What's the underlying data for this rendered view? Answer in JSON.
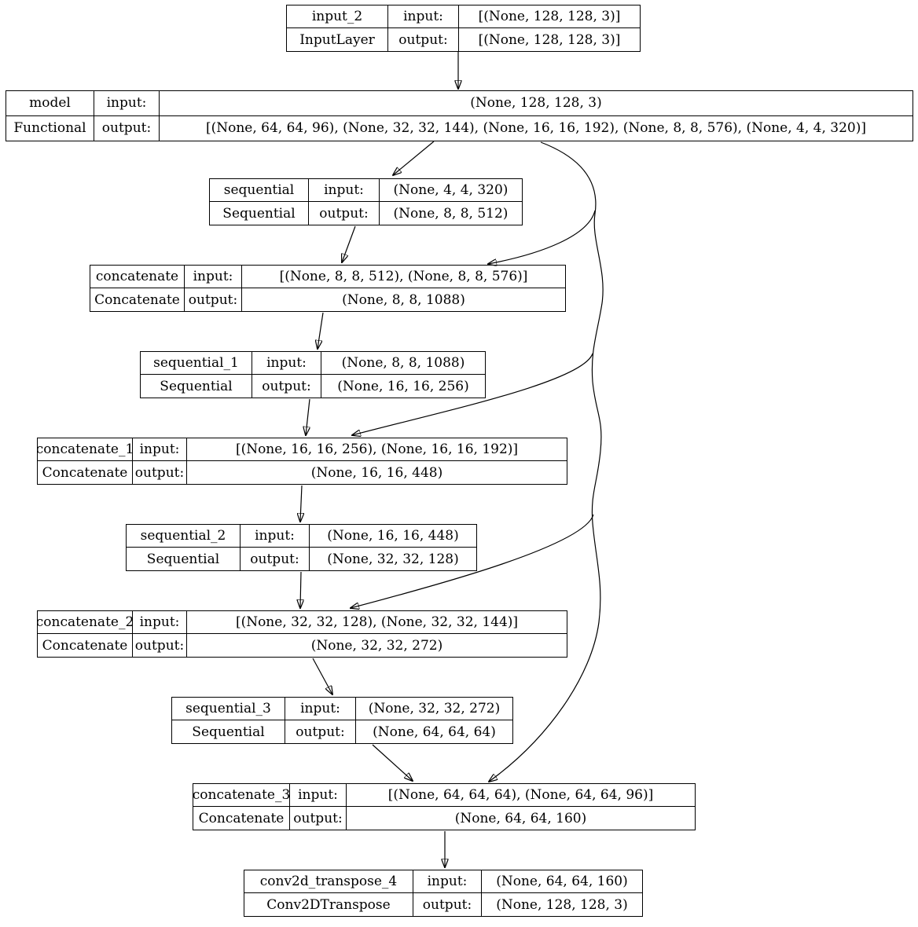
{
  "labels": {
    "input": "input:",
    "output": "output:"
  },
  "nodes": [
    {
      "name": "input_2",
      "type": "InputLayer",
      "input_shape": "[(None, 128, 128, 3)]",
      "output_shape": "[(None, 128, 128, 3)]"
    },
    {
      "name": "model",
      "type": "Functional",
      "input_shape": "(None, 128, 128, 3)",
      "output_shape": "[(None, 64, 64, 96), (None, 32, 32, 144), (None, 16, 16, 192), (None, 8, 8, 576), (None, 4, 4, 320)]"
    },
    {
      "name": "sequential",
      "type": "Sequential",
      "input_shape": "(None, 4, 4, 320)",
      "output_shape": "(None, 8, 8, 512)"
    },
    {
      "name": "concatenate",
      "type": "Concatenate",
      "input_shape": "[(None, 8, 8, 512), (None, 8, 8, 576)]",
      "output_shape": "(None, 8, 8, 1088)"
    },
    {
      "name": "sequential_1",
      "type": "Sequential",
      "input_shape": "(None, 8, 8, 1088)",
      "output_shape": "(None, 16, 16, 256)"
    },
    {
      "name": "concatenate_1",
      "type": "Concatenate",
      "input_shape": "[(None, 16, 16, 256), (None, 16, 16, 192)]",
      "output_shape": "(None, 16, 16, 448)"
    },
    {
      "name": "sequential_2",
      "type": "Sequential",
      "input_shape": "(None, 16, 16, 448)",
      "output_shape": "(None, 32, 32, 128)"
    },
    {
      "name": "concatenate_2",
      "type": "Concatenate",
      "input_shape": "[(None, 32, 32, 128), (None, 32, 32, 144)]",
      "output_shape": "(None, 32, 32, 272)"
    },
    {
      "name": "sequential_3",
      "type": "Sequential",
      "input_shape": "(None, 32, 32, 272)",
      "output_shape": "(None, 64, 64, 64)"
    },
    {
      "name": "concatenate_3",
      "type": "Concatenate",
      "input_shape": "[(None, 64, 64, 64), (None, 64, 64, 96)]",
      "output_shape": "(None, 64, 64, 160)"
    },
    {
      "name": "conv2d_transpose_4",
      "type": "Conv2DTranspose",
      "input_shape": "(None, 64, 64, 160)",
      "output_shape": "(None, 128, 128, 3)"
    }
  ],
  "edges": [
    {
      "from": "input_2",
      "to": "model"
    },
    {
      "from": "model",
      "to": "sequential"
    },
    {
      "from": "model",
      "to": "concatenate"
    },
    {
      "from": "model",
      "to": "concatenate_1"
    },
    {
      "from": "model",
      "to": "concatenate_2"
    },
    {
      "from": "model",
      "to": "concatenate_3"
    },
    {
      "from": "sequential",
      "to": "concatenate"
    },
    {
      "from": "concatenate",
      "to": "sequential_1"
    },
    {
      "from": "sequential_1",
      "to": "concatenate_1"
    },
    {
      "from": "concatenate_1",
      "to": "sequential_2"
    },
    {
      "from": "sequential_2",
      "to": "concatenate_2"
    },
    {
      "from": "concatenate_2",
      "to": "sequential_3"
    },
    {
      "from": "sequential_3",
      "to": "concatenate_3"
    },
    {
      "from": "concatenate_3",
      "to": "conv2d_transpose_4"
    }
  ]
}
